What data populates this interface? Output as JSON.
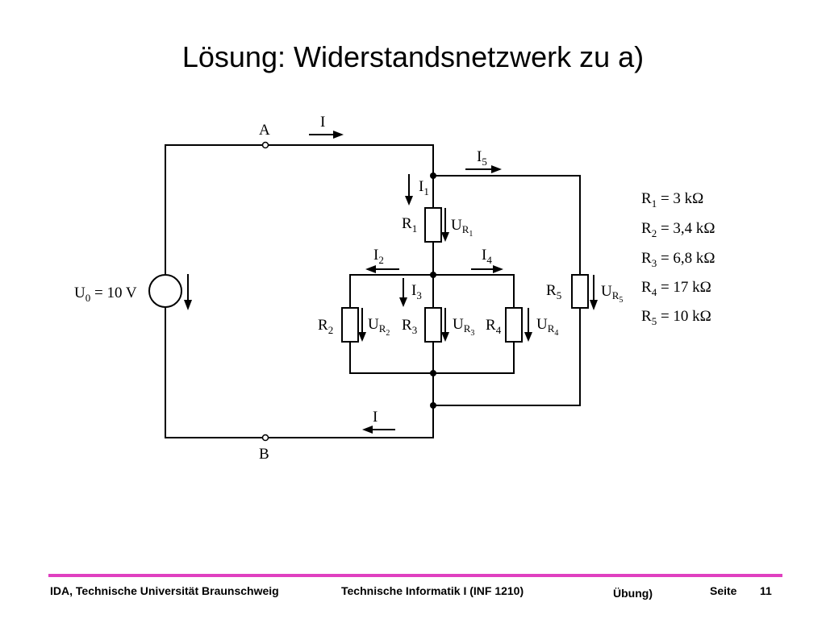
{
  "title": "Lösung: Widerstandsnetzwerk zu a)",
  "circuit": {
    "terminal_a": "A",
    "terminal_b": "B",
    "source": {
      "label": "U",
      "sub": "0",
      "value": " = 10 V"
    },
    "currents": {
      "i_top": "I",
      "i_bottom": "I",
      "i1": {
        "label": "I",
        "sub": "1"
      },
      "i2": {
        "label": "I",
        "sub": "2"
      },
      "i3": {
        "label": "I",
        "sub": "3"
      },
      "i4": {
        "label": "I",
        "sub": "4"
      },
      "i5": {
        "label": "I",
        "sub": "5"
      }
    },
    "resistors": {
      "r1": {
        "label": "R",
        "sub": "1"
      },
      "r2": {
        "label": "R",
        "sub": "2"
      },
      "r3": {
        "label": "R",
        "sub": "3"
      },
      "r4": {
        "label": "R",
        "sub": "4"
      },
      "r5": {
        "label": "R",
        "sub": "5"
      }
    },
    "voltages": {
      "ur1": {
        "label": "U",
        "sub": "R",
        "subsub": "1"
      },
      "ur2": {
        "label": "U",
        "sub": "R",
        "subsub": "2"
      },
      "ur3": {
        "label": "U",
        "sub": "R",
        "subsub": "3"
      },
      "ur4": {
        "label": "U",
        "sub": "R",
        "subsub": "4"
      },
      "ur5": {
        "label": "U",
        "sub": "R",
        "subsub": "5"
      }
    }
  },
  "values": [
    {
      "label": "R",
      "sub": "1",
      "value": " = 3 kΩ"
    },
    {
      "label": "R",
      "sub": "2",
      "value": " = 3,4 kΩ"
    },
    {
      "label": "R",
      "sub": "3",
      "value": " = 6,8 kΩ"
    },
    {
      "label": "R",
      "sub": "4",
      "value": " = 17 kΩ"
    },
    {
      "label": "R",
      "sub": "5",
      "value": " = 10 kΩ"
    }
  ],
  "footer": {
    "left": "IDA, Technische Universität Braunschweig",
    "center": "Technische Informatik I (INF 1210)",
    "right_extra": "Übung)",
    "page_label": "Seite",
    "page_number": "11"
  },
  "colors": {
    "accent_line": "#e040c0"
  }
}
